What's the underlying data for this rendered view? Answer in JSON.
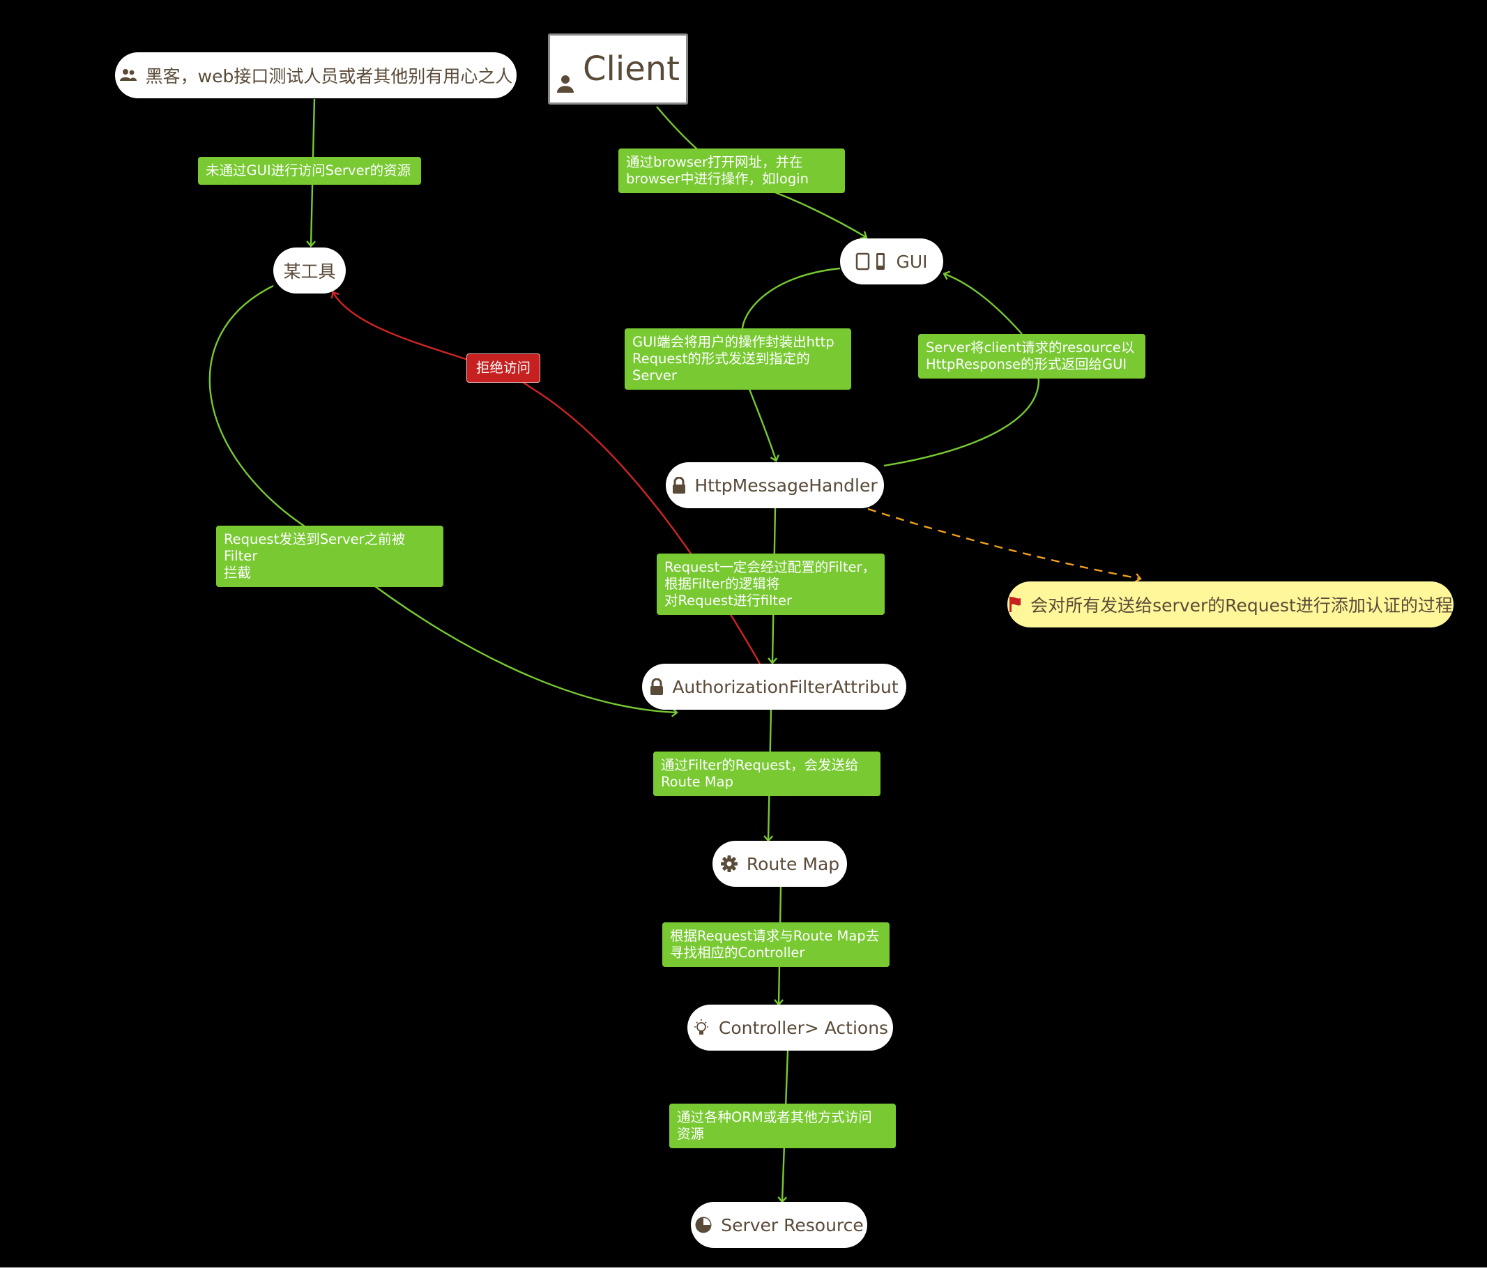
{
  "nodes": {
    "hacker": "黑客，web接口测试人员或者其他别有用心之人",
    "client": "Client",
    "tool": "某工具",
    "gui": "GUI",
    "http_handler": "HttpMessageHandler",
    "auth_filter": "AuthorizationFilterAttribut",
    "note": "会对所有发送给server的Request进行添加认证的过程",
    "route_map": "Route Map",
    "controller": "Controller> Actions",
    "server_resource": "Server Resource"
  },
  "edge_labels": {
    "hacker_to_tool": "未通过GUI进行访问Server的资源",
    "client_to_gui": "通过browser打开网址，并在\nbrowser中进行操作，如login",
    "gui_to_handler": "GUI端会将用户的操作封装出http\nRequest的形式发送到指定的\nServer",
    "handler_to_gui": "Server将client请求的resource以\nHttpResponse的形式返回给GUI",
    "reject": "拒绝访问",
    "tool_to_filter": "Request发送到Server之前被Filter\n拦截",
    "handler_to_filter": "Request一定会经过配置的Filter，\n根据Filter的逻辑将\n对Request进行filter",
    "filter_to_route": "通过Filter的Request，会发送给\nRoute Map",
    "route_to_controller": "根据Request请求与Route Map去\n寻找相应的Controller",
    "controller_to_resource": "通过各种ORM或者其他方式访问\n资源"
  },
  "icons": {
    "hacker": "users-icon",
    "client": "user-icon",
    "gui": "tablet-phone-icon",
    "http_handler": "lock-icon",
    "auth_filter": "lock-icon",
    "note": "flag-icon",
    "route_map": "gear-icon",
    "controller": "lightbulb-icon",
    "server_resource": "pie-chart-icon"
  },
  "colors": {
    "background": "#000000",
    "edge": "#78c932",
    "reject_edge": "#d02525",
    "note_edge": "#f0a020",
    "label_bg": "#78c932",
    "reject_bg": "#c62020",
    "note_bg": "#fff79a",
    "node_text": "#5a4a38"
  }
}
